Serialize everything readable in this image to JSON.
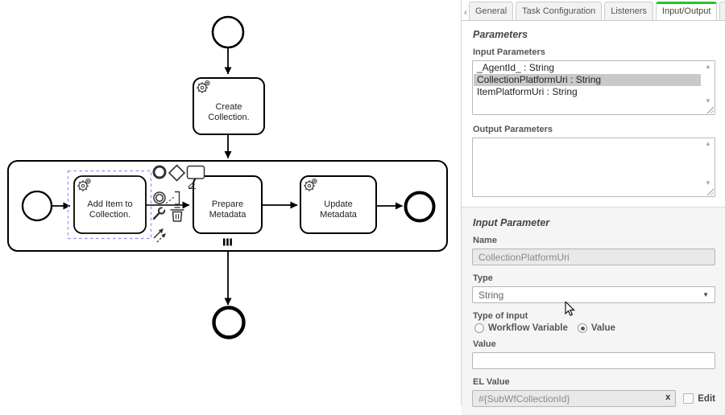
{
  "tabs": {
    "scroll_left": "‹",
    "scroll_right": "›",
    "items": [
      {
        "label": "General",
        "active": false
      },
      {
        "label": "Task Configuration",
        "active": false
      },
      {
        "label": "Listeners",
        "active": false
      },
      {
        "label": "Input/Output",
        "active": true
      },
      {
        "label": "I",
        "active": false
      }
    ]
  },
  "props": {
    "parameters": {
      "heading": "Parameters",
      "input_label": "Input Parameters",
      "input_items": [
        "_AgentId_ : String",
        "CollectionPlatformUri : String",
        "ItemPlatformUri : String"
      ],
      "selected_item": "CollectionPlatformUri : String",
      "output_label": "Output Parameters",
      "output_items": []
    },
    "input_parameter": {
      "heading": "Input Parameter",
      "name": {
        "label": "Name",
        "value": "CollectionPlatformUri",
        "disabled": true
      },
      "type": {
        "label": "Type",
        "value": "String"
      },
      "type_of_input": {
        "label": "Type of Input",
        "options": [
          "Workflow Variable",
          "Value"
        ],
        "selected": "Value"
      },
      "value": {
        "label": "Value",
        "value": ""
      },
      "el_value": {
        "label": "EL Value",
        "value": "#{SubWfCollectionId}",
        "clear": "x",
        "edit_label": "Edit",
        "edit_checked": false
      }
    }
  },
  "diagram": {
    "tasks": {
      "create": {
        "line1": "Create",
        "line2": "Collection."
      },
      "add_item": {
        "line1": "Add Item to",
        "line2": "Collection."
      },
      "prepare": {
        "line1": "Prepare",
        "line2": "Metadata"
      },
      "update": {
        "line1": "Update",
        "line2": "Metadata"
      }
    },
    "subprocess": {
      "multi_instance_marker": "parallel"
    },
    "selected_element": "Add Item to Collection."
  },
  "glyphs": {
    "scroll_up": "▲",
    "scroll_down": "▼",
    "dropdown": "▼"
  },
  "icons": {
    "service_task": "gear-icon",
    "context_pad": [
      "append-end-event",
      "append-gateway",
      "append-task",
      "edit-label-pencil",
      "append-intermediate-event",
      "append-text-annotation",
      "change-type-wrench",
      "delete-trash",
      "connect-arrows"
    ]
  },
  "colors": {
    "active_tab_green": "#25c32b",
    "selection_stroke": "#8d92f3",
    "list_selection_bg": "#c9c9c9",
    "section_bg": "#f5f5f5"
  }
}
